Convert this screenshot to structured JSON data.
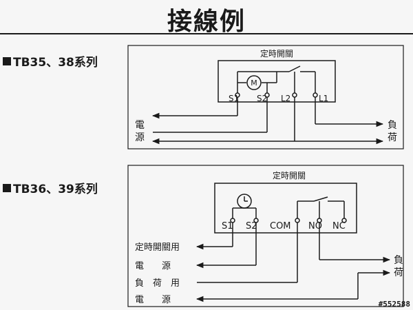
{
  "page": {
    "title": "接線例",
    "catalog_code": "#552588"
  },
  "series": [
    {
      "label": "TB35、38系列",
      "switch_label": "定時開關",
      "motor_symbol": "M",
      "terminals": [
        "S1",
        "S2",
        "L2",
        "L1"
      ],
      "left_label": [
        "電",
        "源"
      ],
      "right_label": [
        "負",
        "荷"
      ]
    },
    {
      "label": "TB36、39系列",
      "switch_label": "定時開關",
      "terminals": [
        "S1",
        "S2",
        "COM",
        "NO",
        "NC"
      ],
      "left_labels": [
        "定時開關用",
        "電　　源",
        "負　荷　用",
        "電　　源"
      ],
      "right_label": [
        "負",
        "荷"
      ]
    }
  ]
}
